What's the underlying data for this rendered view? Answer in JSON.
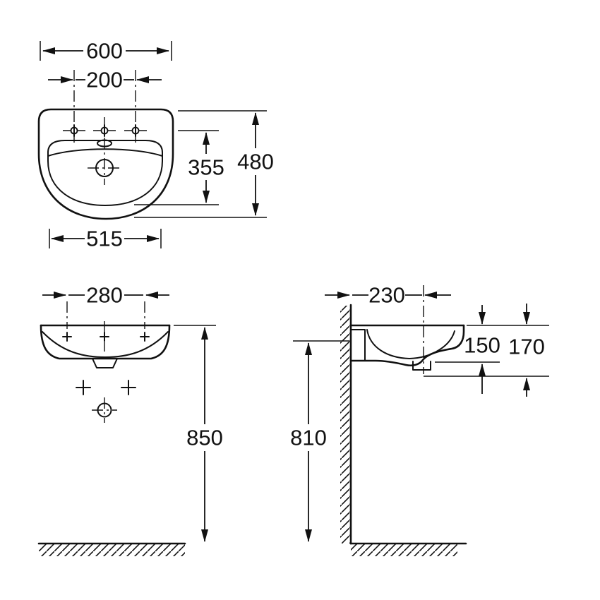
{
  "drawing": {
    "type": "washbasin-technical-drawing",
    "units": "mm"
  },
  "dimensions": {
    "top_view": {
      "overall_width": "600",
      "tap_hole_spacing": "200",
      "overall_depth": "480",
      "bowl_depth": "355",
      "bowl_width": "515"
    },
    "front_view": {
      "fixing_hole_spacing": "280",
      "rim_height_from_floor": "850"
    },
    "side_view": {
      "wall_to_tap_centerline": "230",
      "rim_to_basin_underside": "150",
      "rim_to_lowest_edge": "170",
      "underside_height_from_floor": "810"
    }
  },
  "colors": {
    "line": "#111111",
    "background": "#ffffff"
  }
}
